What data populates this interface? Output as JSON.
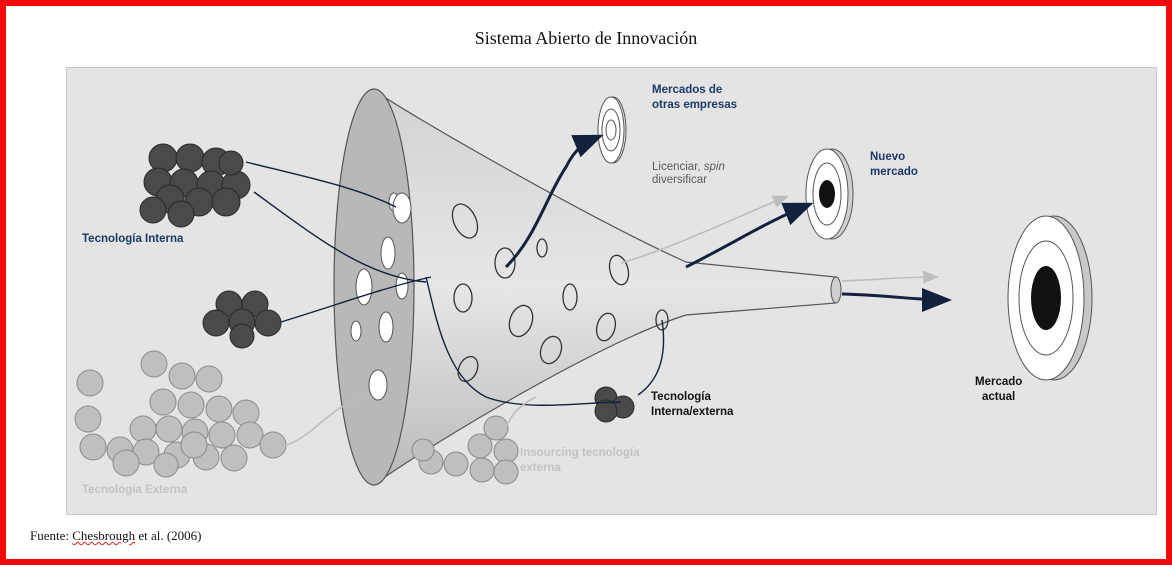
{
  "title": "Sistema Abierto de Innovación",
  "labels": {
    "tecnologia_interna": "Tecnología Interna",
    "tecnologia_externa": "Tecnología Externa",
    "mercados_otras_1": "Mercados de",
    "mercados_otras_2": "otras empresas",
    "licenciar_1a": "Licenciar, ",
    "licenciar_1b": "spin",
    "licenciar_2": "diversificar",
    "nuevo_mercado_1": "Nuevo",
    "nuevo_mercado_2": "mercado",
    "mercado_actual_1": "Mercado",
    "mercado_actual_2": "actual",
    "int_ext_1": "Tecnología",
    "int_ext_2": "Interna/externa",
    "insourcing_1": "Insourcing tecnología",
    "insourcing_2": "externa"
  },
  "source": {
    "prefix": "Fuente: ",
    "author": "Chesbrough",
    "suffix": " et al. (2006)"
  },
  "colors": {
    "frame": "#f20b0b",
    "panel": "#e4e4e4",
    "dark_text": "#1c3a66",
    "arrow": "#14213d"
  }
}
